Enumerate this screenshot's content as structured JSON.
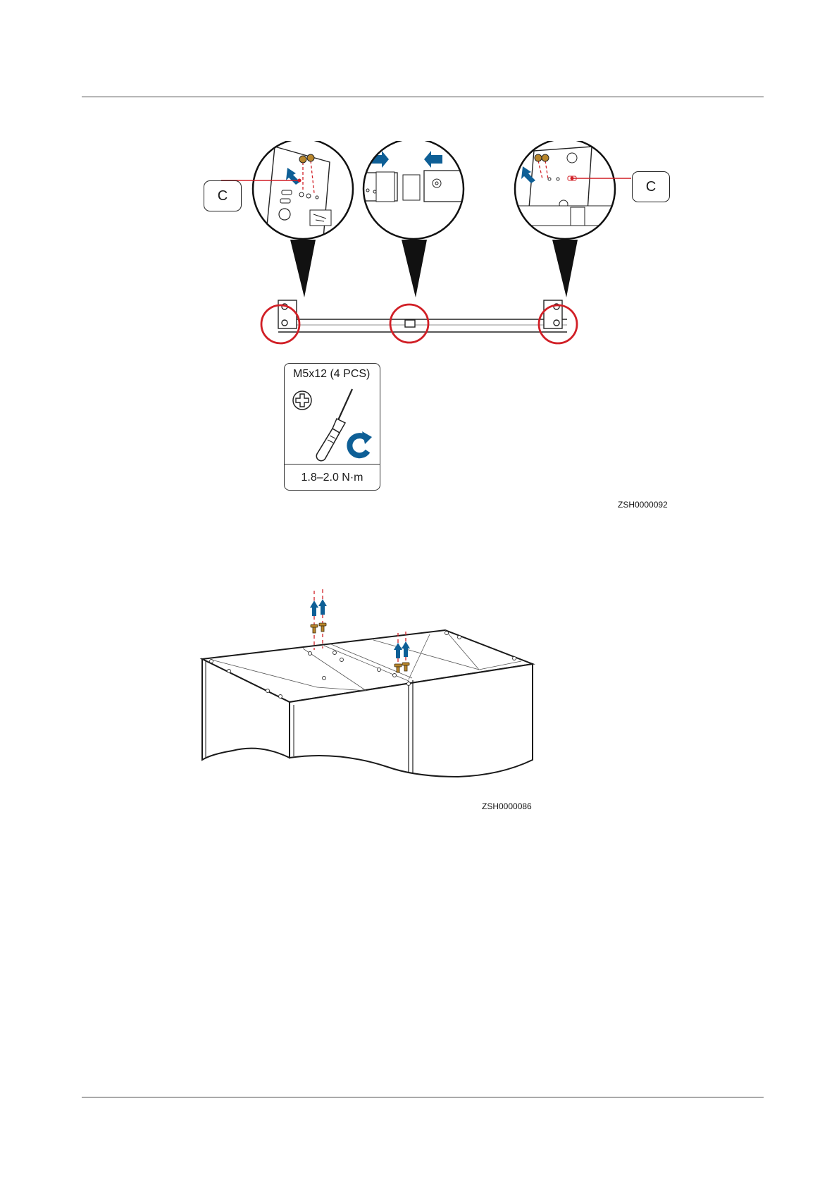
{
  "figure1": {
    "id": "ZSH0000092",
    "callout_left": "C",
    "callout_right": "C",
    "screw_spec": "M5x12 (4 PCS)",
    "torque": "1.8–2.0 N·m"
  },
  "figure2": {
    "id": "ZSH0000086"
  },
  "colors": {
    "arrow_blue": "#0e5f96",
    "highlight_red": "#d11f26",
    "line": "#1a1a1a",
    "screw_gold": "#b8862b"
  }
}
